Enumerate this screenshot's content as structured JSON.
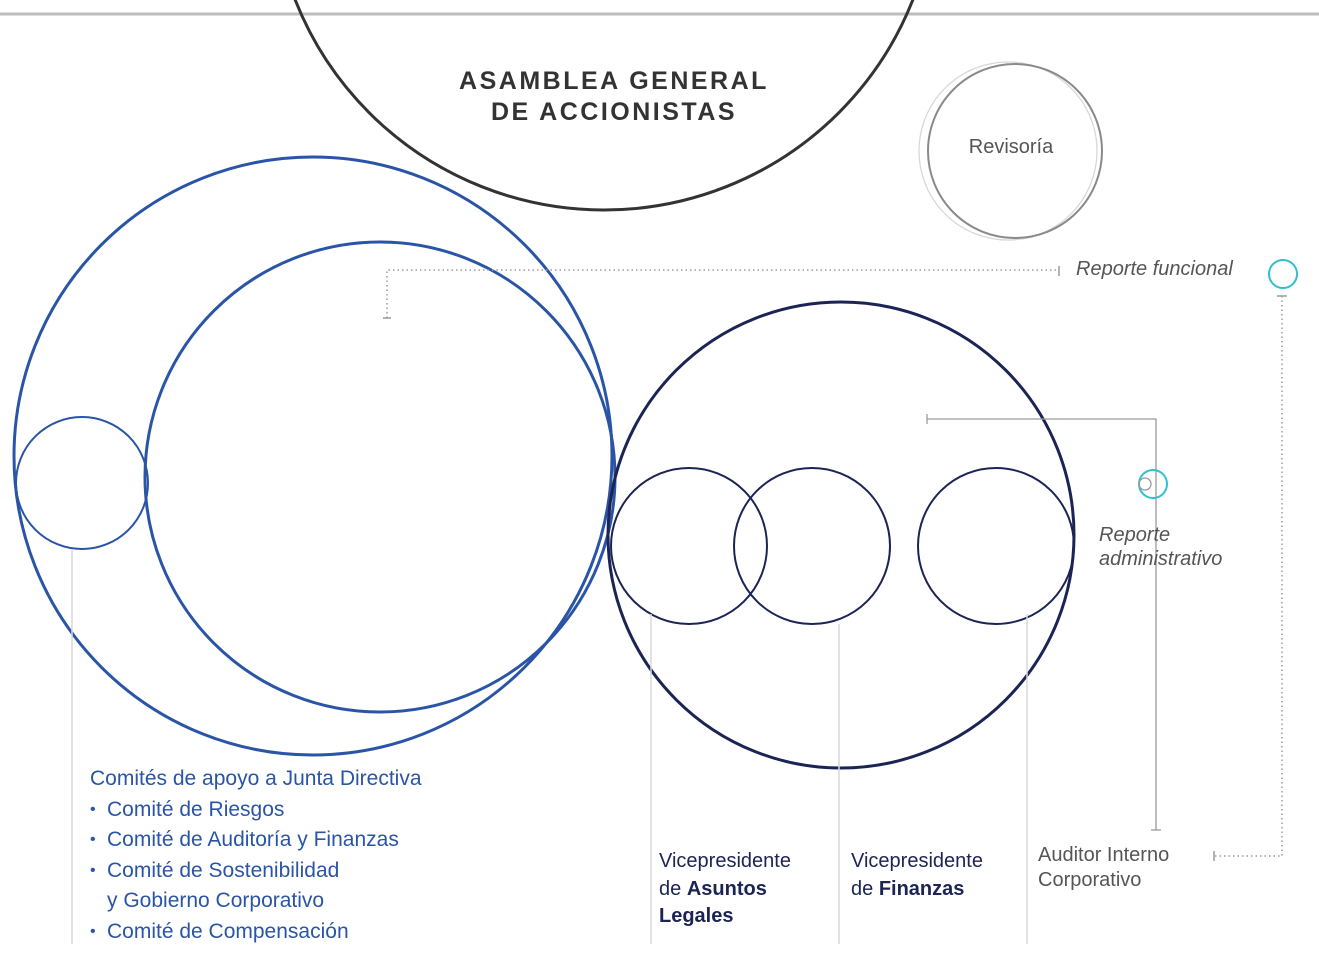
{
  "assembly": {
    "line1": "ASAMBLEA GENERAL",
    "line2": "DE ACCIONISTAS"
  },
  "revisoria": {
    "label": "Revisoría"
  },
  "legend": {
    "functional": "Reporte funcional",
    "administrative_line1": "Reporte",
    "administrative_line2": "administrativo"
  },
  "committees": {
    "heading": "Comités de apoyo a Junta Directiva",
    "items": [
      "Comité de Riesgos",
      "Comité de Auditoría y Finanzas",
      "Comité de Sostenibilidad\ny Gobierno Corporativo",
      "Comité de Compensación"
    ]
  },
  "vp_legal": {
    "prefix": "Vicepresidente",
    "connector": "de ",
    "bold": "Asuntos Legales"
  },
  "vp_finance": {
    "prefix": "Vicepresidente",
    "connector": "de ",
    "bold": "Finanzas"
  },
  "auditor": {
    "line1": "Auditor Interno",
    "line2": "Corporativo"
  },
  "colors": {
    "assembly": "#333333",
    "board": "#2a55a6",
    "executive": "#1b2454",
    "revisoria": "#8a8a8a",
    "accent": "#2ec0cf",
    "connector": "#9a9a9a",
    "leader": "#d8d8d8",
    "text_dark": "#333333",
    "text_navy": "#1b2454",
    "text_gray": "#555555",
    "top_rule": "#bdbdbd"
  }
}
